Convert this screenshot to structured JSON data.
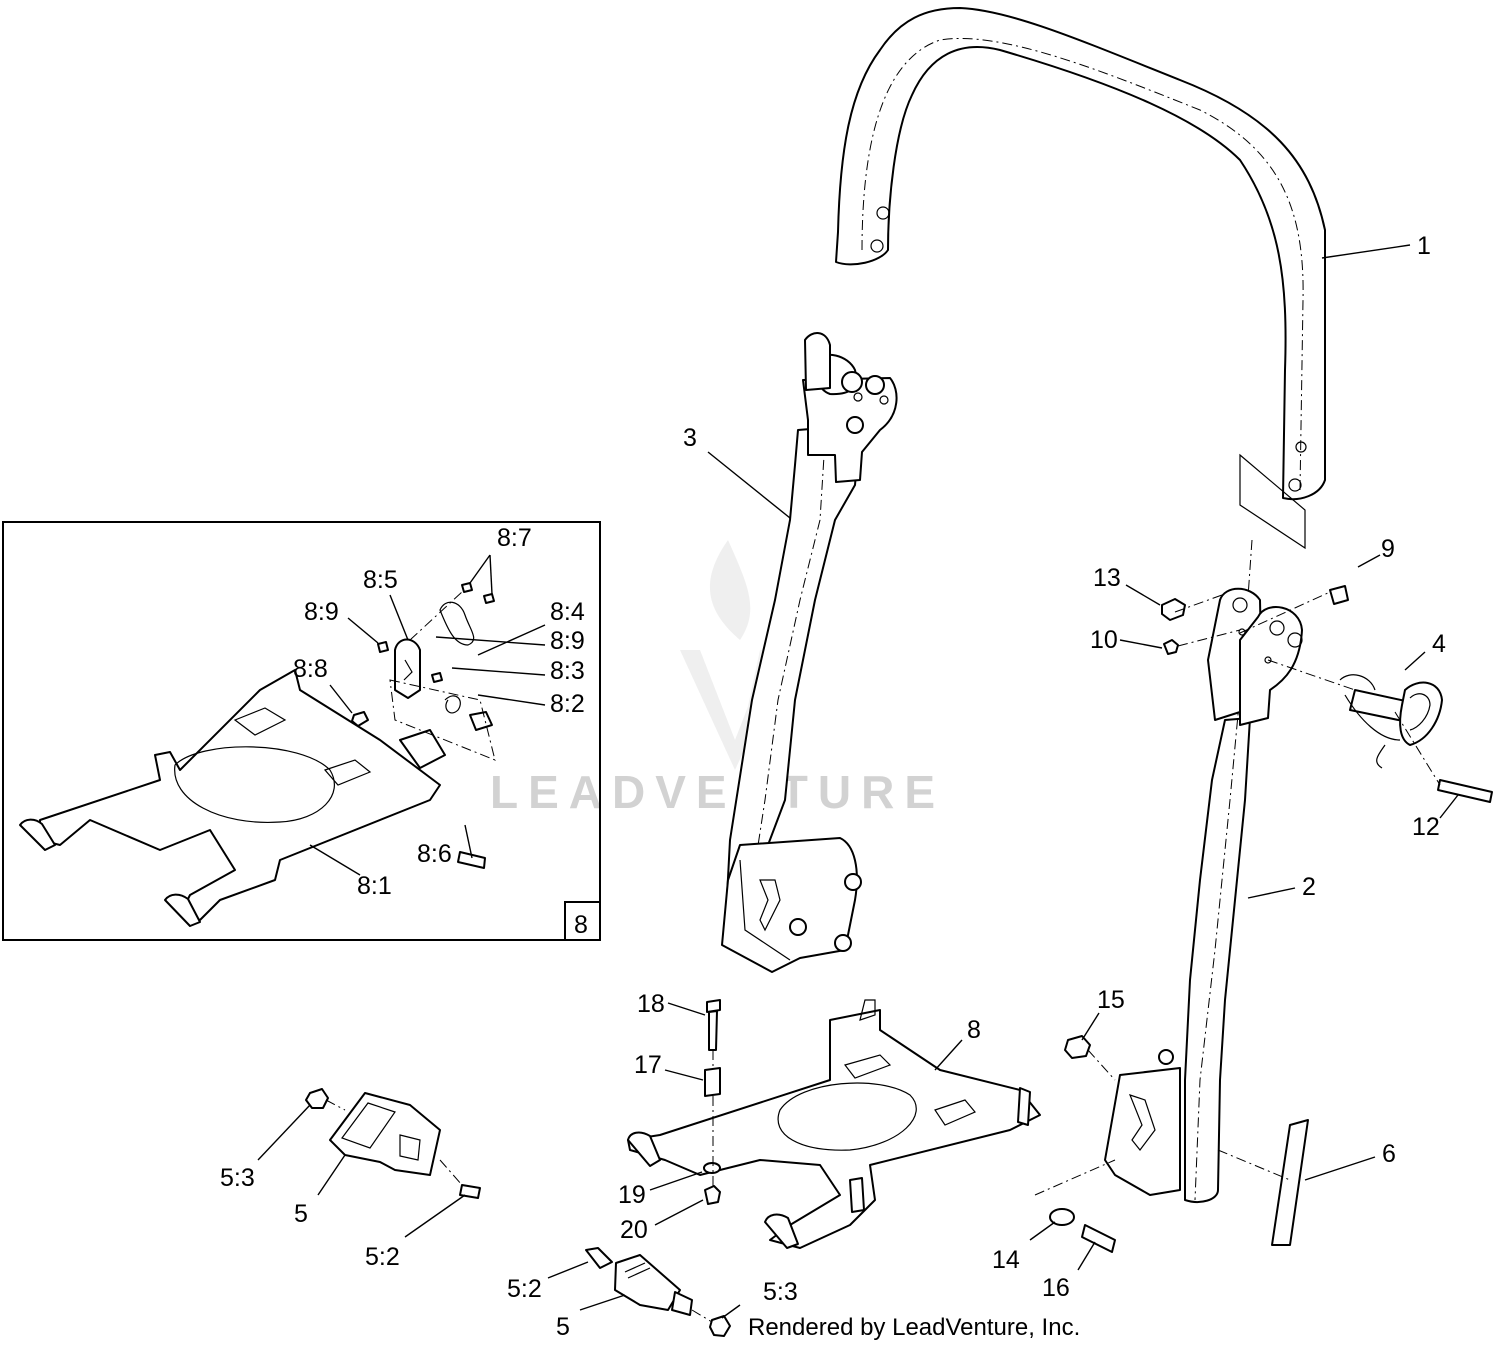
{
  "diagram": {
    "inset_label": "8",
    "watermark": "LEADVENTURE",
    "credit": "Rendered by LeadVenture, Inc."
  },
  "callouts": [
    {
      "id": "c-1",
      "text": "1"
    },
    {
      "id": "c-2",
      "text": "2"
    },
    {
      "id": "c-3",
      "text": "3"
    },
    {
      "id": "c-4",
      "text": "4"
    },
    {
      "id": "c-5a",
      "text": "5"
    },
    {
      "id": "c-5b",
      "text": "5"
    },
    {
      "id": "c-5-2a",
      "text": "5:2"
    },
    {
      "id": "c-5-2b",
      "text": "5:2"
    },
    {
      "id": "c-5-3a",
      "text": "5:3"
    },
    {
      "id": "c-5-3b",
      "text": "5:3"
    },
    {
      "id": "c-6",
      "text": "6"
    },
    {
      "id": "c-8",
      "text": "8"
    },
    {
      "id": "c-8-1",
      "text": "8:1"
    },
    {
      "id": "c-8-2",
      "text": "8:2"
    },
    {
      "id": "c-8-3",
      "text": "8:3"
    },
    {
      "id": "c-8-4",
      "text": "8:4"
    },
    {
      "id": "c-8-5",
      "text": "8:5"
    },
    {
      "id": "c-8-6",
      "text": "8:6"
    },
    {
      "id": "c-8-7",
      "text": "8:7"
    },
    {
      "id": "c-8-8",
      "text": "8:8"
    },
    {
      "id": "c-8-9a",
      "text": "8:9"
    },
    {
      "id": "c-8-9b",
      "text": "8:9"
    },
    {
      "id": "c-9",
      "text": "9"
    },
    {
      "id": "c-10",
      "text": "10"
    },
    {
      "id": "c-12",
      "text": "12"
    },
    {
      "id": "c-13",
      "text": "13"
    },
    {
      "id": "c-14",
      "text": "14"
    },
    {
      "id": "c-15",
      "text": "15"
    },
    {
      "id": "c-16",
      "text": "16"
    },
    {
      "id": "c-17",
      "text": "17"
    },
    {
      "id": "c-18",
      "text": "18"
    },
    {
      "id": "c-19",
      "text": "19"
    },
    {
      "id": "c-20",
      "text": "20"
    }
  ]
}
